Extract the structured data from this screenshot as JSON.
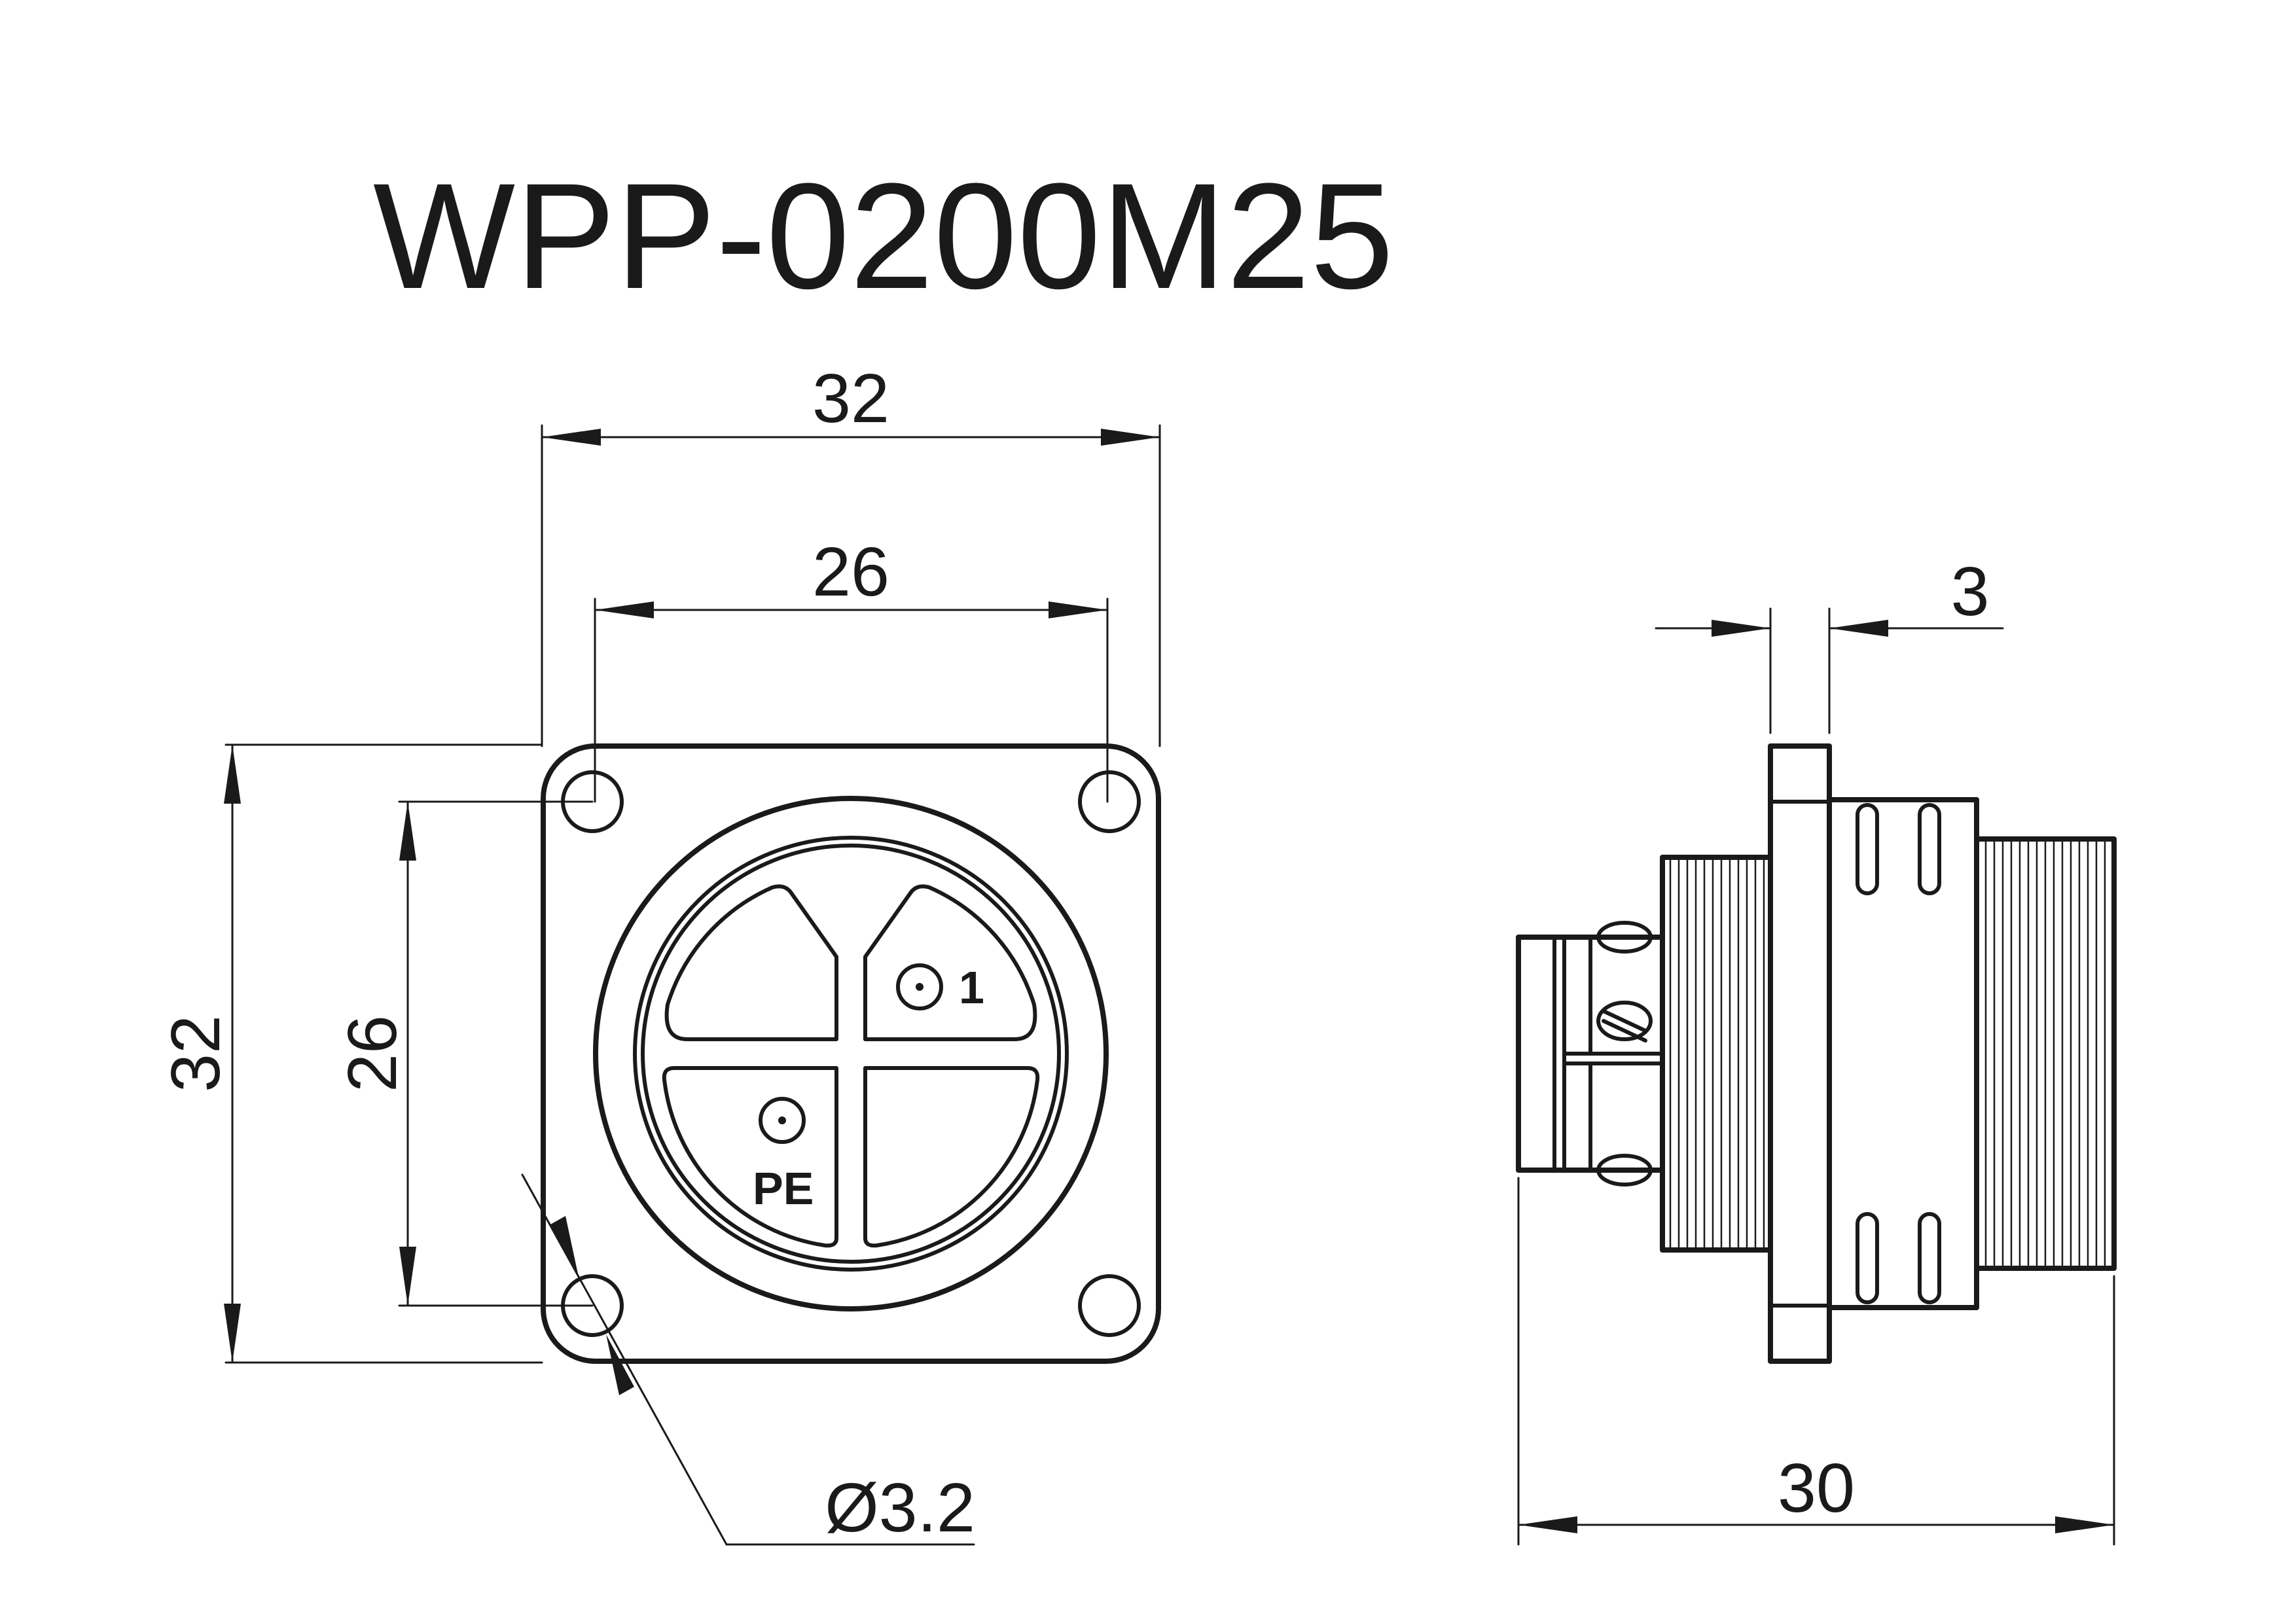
{
  "title": "WPP-0200M25",
  "dimensions": {
    "flange_width": "32",
    "hole_pitch_horizontal": "26",
    "flange_height": "32",
    "hole_pitch_vertical": "26",
    "hole_diameter": "Ø3.2",
    "flange_thickness": "3",
    "overall_length": "30"
  },
  "contacts": {
    "contact_1": "1",
    "contact_pe": "PE"
  }
}
